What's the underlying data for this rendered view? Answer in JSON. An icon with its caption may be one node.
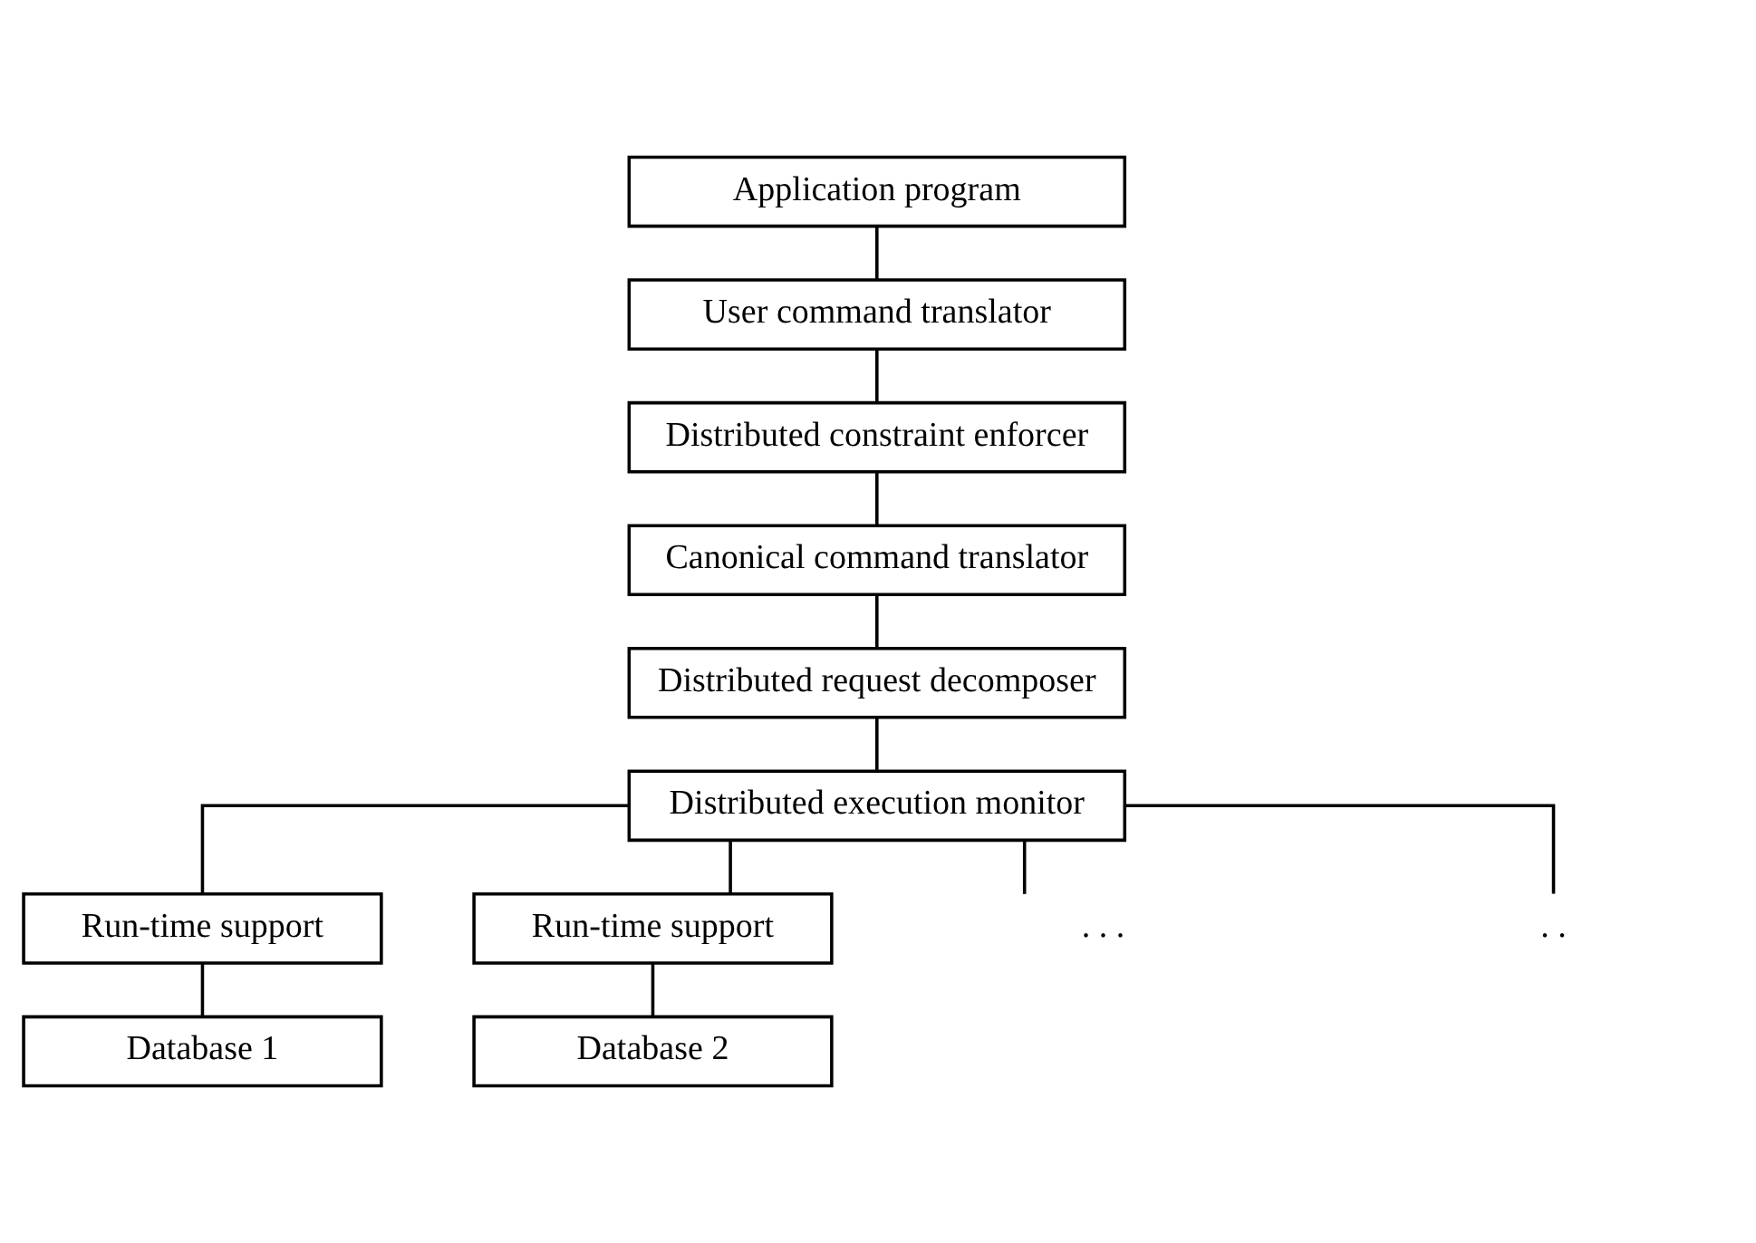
{
  "diagram": {
    "nodes": [
      {
        "text": [
          "Application program"
        ]
      },
      {
        "text": [
          "User command translator"
        ]
      },
      {
        "text": [
          "Distributed constraint enforcer"
        ]
      },
      {
        "text": [
          "Canonical command translator"
        ]
      },
      {
        "text": [
          "Distributed request decomposer"
        ]
      },
      {
        "text": [
          "Distributed execution monitor"
        ]
      },
      {
        "text": [
          "Run-time support"
        ]
      },
      {
        "text": [
          "Run-time support"
        ]
      },
      {
        "text": [
          ". . ."
        ]
      },
      {
        "text": [
          ". ."
        ]
      },
      {
        "text": [
          "Database 1"
        ]
      },
      {
        "text": [
          "Database 2"
        ]
      }
    ],
    "edges": [
      {
        "from": 0,
        "to": 1,
        "arrow": "none"
      },
      {
        "from": 1,
        "to": 2,
        "arrow": "none"
      },
      {
        "from": 2,
        "to": 3,
        "arrow": "none"
      },
      {
        "from": 3,
        "to": 4,
        "arrow": "none"
      },
      {
        "from": 4,
        "to": 5,
        "arrow": "none"
      },
      {
        "from": 5,
        "to": 6,
        "arrow": "none"
      },
      {
        "from": 5,
        "to": 7,
        "arrow": "none"
      },
      {
        "from": 5,
        "to": 8,
        "arrow": "none"
      },
      {
        "from": 5,
        "to": 9,
        "arrow": "none"
      },
      {
        "from": 6,
        "to": 10,
        "arrow": "none"
      },
      {
        "from": 7,
        "to": 11,
        "arrow": "none"
      }
    ]
  }
}
